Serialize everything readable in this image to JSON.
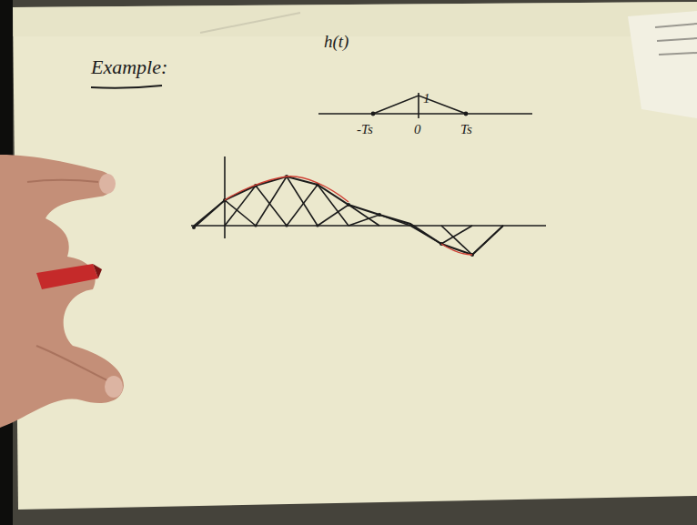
{
  "diagram": {
    "title": "Example:",
    "labels": [
      "h(t)",
      "1",
      "-Ts",
      "0",
      "Ts"
    ]
  }
}
